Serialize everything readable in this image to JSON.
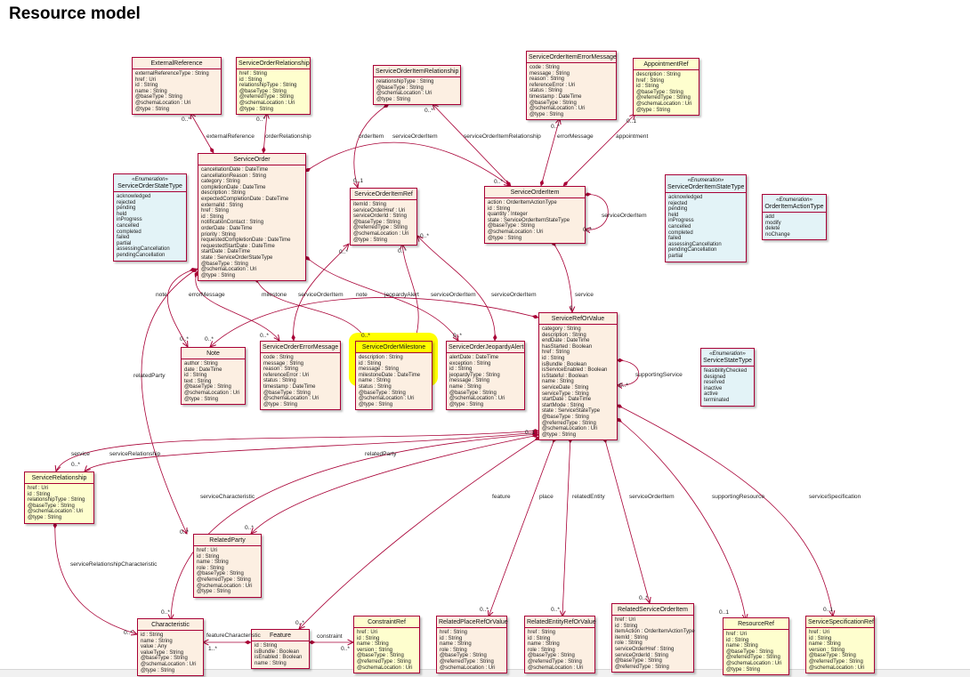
{
  "title": "Resource model",
  "colors": {
    "border": "#a80036",
    "class_fill": "#fcefe2",
    "ref_fill": "#fefece",
    "enum_fill": "#e3f3f7",
    "highlight": "#ffff00"
  },
  "classes": [
    {
      "id": "ExternalReference",
      "kind": "class",
      "name": "ExternalReference",
      "fields": [
        "externalReferenceType : String",
        "href : Uri",
        "id : String",
        "name : String",
        "@baseType : String",
        "@schemaLocation : Uri",
        "@type : String"
      ]
    },
    {
      "id": "ServiceOrderRelationship",
      "kind": "ref",
      "name": "ServiceOrderRelationship",
      "fields": [
        "href : String",
        "id : String",
        "relationshipType : String",
        "@baseType : String",
        "@referredType : String",
        "@schemaLocation : Uri",
        "@type : String"
      ]
    },
    {
      "id": "ServiceOrderItemRelationship",
      "kind": "class",
      "name": "ServiceOrderItemRelationship",
      "fields": [
        "relationshipType : String",
        "@baseType : String",
        "@schemaLocation : Uri",
        "@type : String"
      ]
    },
    {
      "id": "ServiceOrderItemErrorMessage",
      "kind": "class",
      "name": "ServiceOrderItemErrorMessage",
      "fields": [
        "code : String",
        "message : String",
        "reason : String",
        "referenceError : Uri",
        "status : String",
        "timestamp : DateTime",
        "@baseType : String",
        "@schemaLocation : Uri",
        "@type : String"
      ]
    },
    {
      "id": "AppointmentRef",
      "kind": "ref",
      "name": "AppointmentRef",
      "fields": [
        "description : String",
        "href : String",
        "id : String",
        "@baseType : String",
        "@referredType : String",
        "@schemaLocation : Uri",
        "@type : String"
      ]
    },
    {
      "id": "ServiceOrder",
      "kind": "class",
      "name": "ServiceOrder",
      "fields": [
        "cancellationDate : DateTime",
        "cancellationReason : String",
        "category : String",
        "completionDate : DateTime",
        "description : String",
        "expectedCompletionDate : DateTime",
        "externalId : String",
        "href : String",
        "id : String",
        "notificationContact : String",
        "orderDate : DateTime",
        "priority : String",
        "requestedCompletionDate : DateTime",
        "requestedStartDate : DateTime",
        "startDate : DateTime",
        "state : ServiceOrderStateType",
        "@baseType : String",
        "@schemaLocation : Uri",
        "@type : String"
      ]
    },
    {
      "id": "ServiceOrderStateType",
      "kind": "enum",
      "stereotype": "«Enumeration»",
      "name": "ServiceOrderStateType",
      "fields": [
        "acknowledged",
        "rejected",
        "pending",
        "held",
        "inProgress",
        "cancelled",
        "completed",
        "failed",
        "partial",
        "assessingCancellation",
        "pendingCancellation"
      ]
    },
    {
      "id": "ServiceOrderItemRef",
      "kind": "class",
      "name": "ServiceOrderItemRef",
      "fields": [
        "itemId : String",
        "serviceOrderHref : Uri",
        "serviceOrderId : String",
        "@baseType : String",
        "@referredType : String",
        "@schemaLocation : Uri",
        "@type : String"
      ]
    },
    {
      "id": "ServiceOrderItem",
      "kind": "class",
      "name": "ServiceOrderItem",
      "fields": [
        "action : OrderItemActionType",
        "id : String",
        "quantity : Integer",
        "state : ServiceOrderItemStateType",
        "@baseType : String",
        "@schemaLocation : Uri",
        "@type : String"
      ]
    },
    {
      "id": "ServiceOrderItemStateType",
      "kind": "enum",
      "stereotype": "«Enumeration»",
      "name": "ServiceOrderItemStateType",
      "fields": [
        "acknowledged",
        "rejected",
        "pending",
        "held",
        "inProgress",
        "cancelled",
        "completed",
        "failed",
        "assessingCancellation",
        "pendingCancellation",
        "partial"
      ]
    },
    {
      "id": "OrderItemActionType",
      "kind": "enum",
      "stereotype": "«Enumeration»",
      "name": "OrderItemActionType",
      "fields": [
        "add",
        "modify",
        "delete",
        "noChange"
      ]
    },
    {
      "id": "ServiceRefOrValue",
      "kind": "class",
      "name": "ServiceRefOrValue",
      "fields": [
        "category : String",
        "description : String",
        "endDate : DateTime",
        "hasStarted : Boolean",
        "href : String",
        "id : String",
        "isBundle : Boolean",
        "isServiceEnabled : Boolean",
        "isStateful : Boolean",
        "name : String",
        "serviceDate : String",
        "serviceType : String",
        "startDate : DateTime",
        "startMode : String",
        "state : ServiceStateType",
        "@baseType : String",
        "@referredType : String",
        "@schemaLocation : Uri",
        "@type : String"
      ]
    },
    {
      "id": "ServiceStateType",
      "kind": "enum",
      "stereotype": "«Enumeration»",
      "name": "ServiceStateType",
      "fields": [
        "feasibilityChecked",
        "designed",
        "reserved",
        "inactive",
        "active",
        "terminated"
      ]
    },
    {
      "id": "Note",
      "kind": "class",
      "name": "Note",
      "fields": [
        "author : String",
        "date : DateTime",
        "id : String",
        "text : String",
        "@baseType : String",
        "@schemaLocation : Uri",
        "@type : String"
      ]
    },
    {
      "id": "ServiceOrderErrorMessage",
      "kind": "class",
      "name": "ServiceOrderErrorMessage",
      "fields": [
        "code : String",
        "message : String",
        "reason : String",
        "referenceError : Uri",
        "status : String",
        "timestamp : DateTime",
        "@baseType : String",
        "@schemaLocation : Uri",
        "@type : String"
      ]
    },
    {
      "id": "ServiceOrderMilestone",
      "kind": "class",
      "highlight": true,
      "name": "ServiceOrderMilestone",
      "fields": [
        "description : String",
        "id : String",
        "message : String",
        "milestoneDate : DateTime",
        "name : String",
        "status : String",
        "@baseType : String",
        "@schemaLocation : Uri",
        "@type : String"
      ]
    },
    {
      "id": "ServiceOrderJeopardyAlert",
      "kind": "class",
      "name": "ServiceOrderJeopardyAlert",
      "fields": [
        "alertDate : DateTime",
        "exception : String",
        "id : String",
        "jeopardyType : String",
        "message : String",
        "name : String",
        "@baseType : String",
        "@schemaLocation : Uri",
        "@type : String"
      ]
    },
    {
      "id": "ServiceRelationship",
      "kind": "ref",
      "name": "ServiceRelationship",
      "fields": [
        "href : Uri",
        "id : String",
        "relationshipType : String",
        "@baseType : String",
        "@schemaLocation : Uri",
        "@type : String"
      ]
    },
    {
      "id": "RelatedParty",
      "kind": "class",
      "name": "RelatedParty",
      "fields": [
        "href : Uri",
        "id : String",
        "name : String",
        "role : String",
        "@baseType : String",
        "@referredType : String",
        "@schemaLocation : Uri",
        "@type : String"
      ]
    },
    {
      "id": "Characteristic",
      "kind": "class",
      "name": "Characteristic",
      "fields": [
        "id : String",
        "name : String",
        "value : Any",
        "valueType : String",
        "@baseType : String",
        "@schemaLocation : Uri",
        "@type : String"
      ]
    },
    {
      "id": "Feature",
      "kind": "class",
      "name": "Feature",
      "fields": [
        "id : String",
        "isBundle : Boolean",
        "isEnabled : Boolean",
        "name : String"
      ]
    },
    {
      "id": "ConstraintRef",
      "kind": "ref",
      "name": "ConstraintRef",
      "fields": [
        "href : Uri",
        "id : String",
        "name : String",
        "version : String",
        "@baseType : String",
        "@referredType : String",
        "@schemaLocation : Uri"
      ]
    },
    {
      "id": "RelatedPlaceRefOrValue",
      "kind": "class",
      "name": "RelatedPlaceRefOrValue",
      "fields": [
        "href : String",
        "id : String",
        "name : String",
        "role : String",
        "@baseType : String",
        "@referredType : String",
        "@schemaLocation : Uri"
      ]
    },
    {
      "id": "RelatedEntityRefOrValue",
      "kind": "class",
      "name": "RelatedEntityRefOrValue",
      "fields": [
        "href : String",
        "id : String",
        "name : String",
        "role : String",
        "@baseType : String",
        "@referredType : String",
        "@schemaLocation : Uri"
      ]
    },
    {
      "id": "RelatedServiceOrderItem",
      "kind": "class",
      "name": "RelatedServiceOrderItem",
      "fields": [
        "href : Uri",
        "id : String",
        "itemAction : OrderItemActionType",
        "itemId : String",
        "role : String",
        "serviceOrderHref : String",
        "serviceOrderId : String",
        "@baseType : String",
        "@referredType : String"
      ]
    },
    {
      "id": "ResourceRef",
      "kind": "ref",
      "name": "ResourceRef",
      "fields": [
        "href : Uri",
        "id : String",
        "name : String",
        "@baseType : String",
        "@referredType : String",
        "@schemaLocation : Uri",
        "@type : String"
      ]
    },
    {
      "id": "ServiceSpecificationRef",
      "kind": "ref",
      "name": "ServiceSpecificationRef",
      "fields": [
        "href : Uri",
        "id : String",
        "name : String",
        "version : String",
        "@baseType : String",
        "@referredType : String",
        "@schemaLocation : Uri"
      ]
    }
  ],
  "labels": [
    "externalReference",
    "orderRelationship",
    "0..*",
    "0..*",
    "orderItem",
    "serviceOrderItem",
    "serviceOrderItemRelationship",
    "errorMessage",
    "appointment",
    "0..*",
    "0..*",
    "0..1",
    "0..1",
    "0..*",
    "serviceOrderItem",
    "0..*",
    "note",
    "errorMessage",
    "milestone",
    "serviceOrderItem",
    "note",
    "jeopardyAlert",
    "serviceOrderItem",
    "serviceOrderItem",
    "service",
    "1",
    "0..*",
    "0..*",
    "0..*",
    "0..*",
    "0..*",
    "0..*",
    "0..*",
    "0..*",
    "relatedParty",
    "supportingService",
    "0..*",
    "service",
    "serviceRelationship",
    "0..*",
    "relatedParty",
    "0..1",
    "serviceCharacteristic",
    "feature",
    "place",
    "relatedEntity",
    "serviceOrderItem",
    "supportingResource",
    "serviceSpecification",
    "0..*",
    "0..*",
    "0..*",
    "0..*",
    "0..*",
    "0..*",
    "0..*",
    "0..1",
    "0..1",
    "serviceRelationshipCharacteristic",
    "0..*",
    "featureCharacteristic",
    "1..*",
    "constraint",
    "0..*"
  ]
}
